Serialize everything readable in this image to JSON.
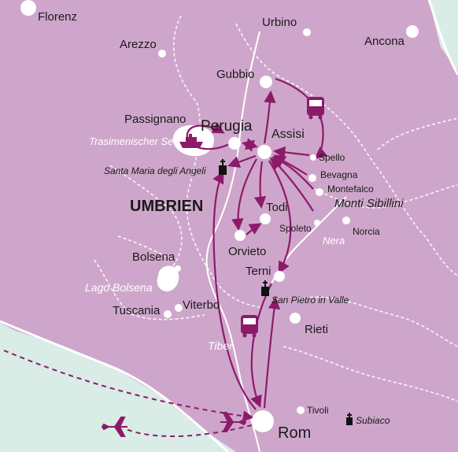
{
  "colors": {
    "land_other": "#d9ece6",
    "region": "#cfa6cb",
    "border": "#ffffff",
    "route": "#8c1a6a",
    "water": "#ffffff"
  },
  "region_label": "UMBRIEN",
  "cities": [
    {
      "id": "florenz",
      "name": "Florenz"
    },
    {
      "id": "urbino",
      "name": "Urbino"
    },
    {
      "id": "arezzo",
      "name": "Arezzo"
    },
    {
      "id": "ancona",
      "name": "Ancona"
    },
    {
      "id": "gubbio",
      "name": "Gubbio"
    },
    {
      "id": "passignano",
      "name": "Passignano"
    },
    {
      "id": "perugia",
      "name": "Perugia"
    },
    {
      "id": "assisi",
      "name": "Assisi"
    },
    {
      "id": "spello",
      "name": "Spello"
    },
    {
      "id": "bevagna",
      "name": "Bevagna"
    },
    {
      "id": "montefalco",
      "name": "Montefalco"
    },
    {
      "id": "todi",
      "name": "Todi"
    },
    {
      "id": "spoleto",
      "name": "Spoleto"
    },
    {
      "id": "norcia",
      "name": "Norcia"
    },
    {
      "id": "orvieto",
      "name": "Orvieto"
    },
    {
      "id": "bolsena",
      "name": "Bolsena"
    },
    {
      "id": "terni",
      "name": "Terni"
    },
    {
      "id": "tuscania",
      "name": "Tuscania"
    },
    {
      "id": "viterbo",
      "name": "Viterbo"
    },
    {
      "id": "rieti",
      "name": "Rieti"
    },
    {
      "id": "tivoli",
      "name": "Tivoli"
    },
    {
      "id": "rom",
      "name": "Rom"
    }
  ],
  "sites": [
    {
      "id": "santa_maria",
      "name": "Santa Maria degli Angeli"
    },
    {
      "id": "san_pietro",
      "name": "San Pietro in Valle"
    },
    {
      "id": "subiaco",
      "name": "Subiaco"
    }
  ],
  "water": [
    {
      "id": "trasimeno",
      "name": "Trasimenischer See"
    },
    {
      "id": "lago_bolsena",
      "name": "Lago Bolsena"
    },
    {
      "id": "tiber",
      "name": "Tiber"
    },
    {
      "id": "nera",
      "name": "Nera"
    }
  ],
  "mountains": "Monti Sibillini",
  "icons": [
    "bus-icon",
    "ship-icon",
    "plane-icon",
    "church-icon"
  ]
}
